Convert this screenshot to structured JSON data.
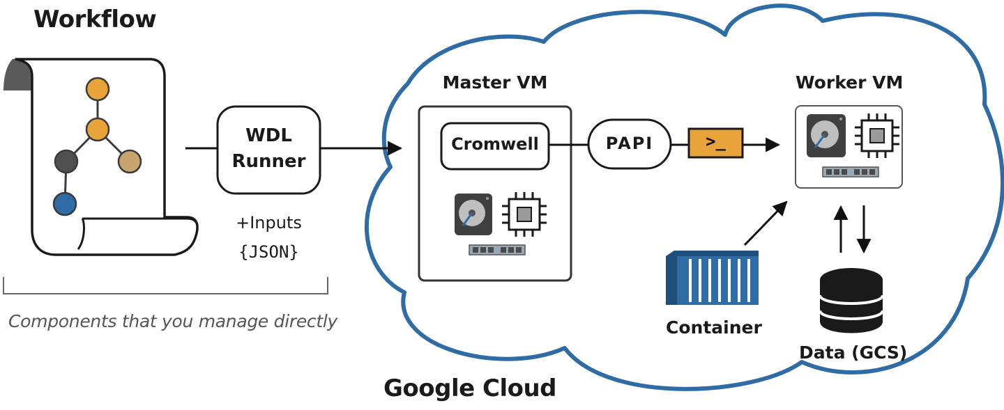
{
  "workflow": {
    "title": "Workflow"
  },
  "runner": {
    "label_line1": "WDL",
    "label_line2": "Runner",
    "inputs_line1": "+Inputs",
    "inputs_line2": "{JSON}"
  },
  "managed_caption": "Components that you manage directly",
  "cloud": {
    "label": "Google Cloud",
    "outline_color": "#2f6ca6"
  },
  "master_vm": {
    "title": "Master VM",
    "engine_label": "Cromwell"
  },
  "papi": {
    "label": "PAPI"
  },
  "terminal": {
    "prompt": ">_",
    "color": "#e8a43a"
  },
  "worker_vm": {
    "title": "Worker VM"
  },
  "container": {
    "label": "Container",
    "color": "#2f6ca6"
  },
  "data": {
    "label": "Data (GCS)"
  },
  "node_colors": {
    "orange": "#e8a43a",
    "tan": "#c8a46e",
    "dark": "#505050",
    "blue": "#2f6ca6"
  }
}
